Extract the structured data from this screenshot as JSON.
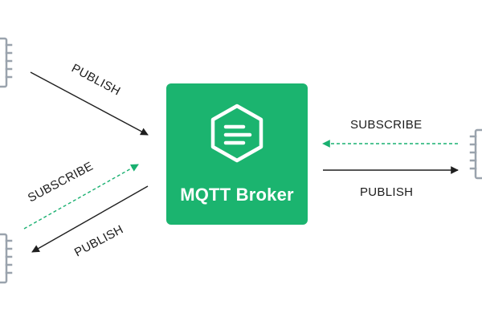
{
  "broker": {
    "label": "MQTT Broker",
    "icon": "mqtt-broker-hexagon-icon",
    "color": "#1bb46f"
  },
  "colors": {
    "solid_arrow": "#1f1f1f",
    "dashed_arrow": "#19b070",
    "device": "#9aa3ad"
  },
  "flows": {
    "top_left_publish": "PUBLISH",
    "left_subscribe": "SUBSCRIBE",
    "bottom_left_publish": "PUBLISH",
    "right_subscribe": "SUBSCRIBE",
    "right_publish": "PUBLISH"
  },
  "devices": [
    {
      "icon": "device-chip-icon"
    },
    {
      "icon": "device-chip-icon"
    },
    {
      "icon": "device-chip-icon"
    }
  ]
}
